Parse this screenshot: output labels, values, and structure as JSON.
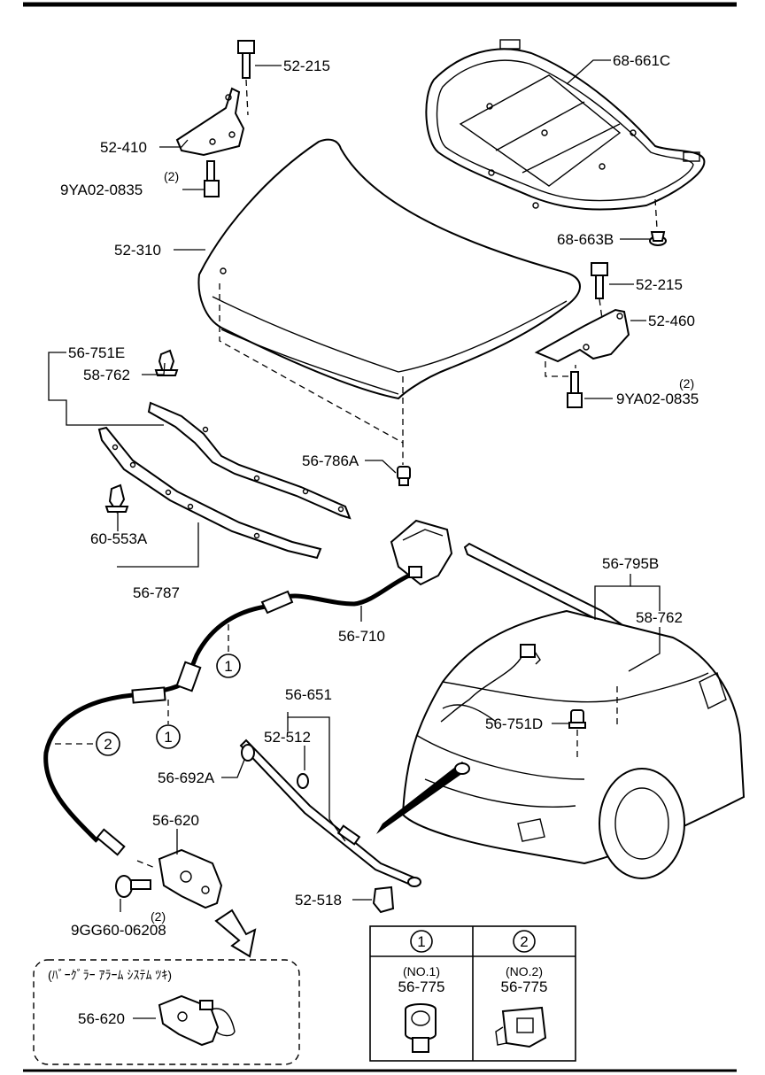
{
  "parts": {
    "bolt_top_left": "52-215",
    "hinge_left": "52-410",
    "bolt_left_qty": "(2)",
    "bolt_left": "9YA02-0835",
    "hood": "52-310",
    "insulator": "68-661C",
    "clip_insulator": "68-663B",
    "bolt_top_right": "52-215",
    "hinge_right": "52-460",
    "bolt_right_qty": "(2)",
    "bolt_right": "9YA02-0835",
    "seal_group": "56-751E",
    "fastener_seal": "58-762",
    "bumper": "56-786A",
    "clip_seal": "60-553A",
    "seal_front": "56-787",
    "rear_seal_group": "56-795B",
    "fastener_rear_seal": "58-762",
    "release_cable": "56-710",
    "prop_group": "56-651",
    "prop_grommet": "52-512",
    "prop_clip": "56-692A",
    "stopper": "56-751D",
    "lock": "56-620",
    "bolt_lock": "9GG60-06208",
    "bolt_lock_qty": "(2)",
    "prop_holder": "52-518"
  },
  "callouts": {
    "c1a": "1",
    "c1b": "1",
    "c2": "2"
  },
  "inset": {
    "title": "(ﾊﾞｰｸﾞﾗｰ ｱﾗｰﾑ ｼｽﾃﾑ ﾂｷ)",
    "part": "56-620"
  },
  "legend": {
    "col1_num": "1",
    "col1_sub": "(NO.1)",
    "col1_part": "56-775",
    "col2_num": "2",
    "col2_sub": "(NO.2)",
    "col2_part": "56-775"
  }
}
